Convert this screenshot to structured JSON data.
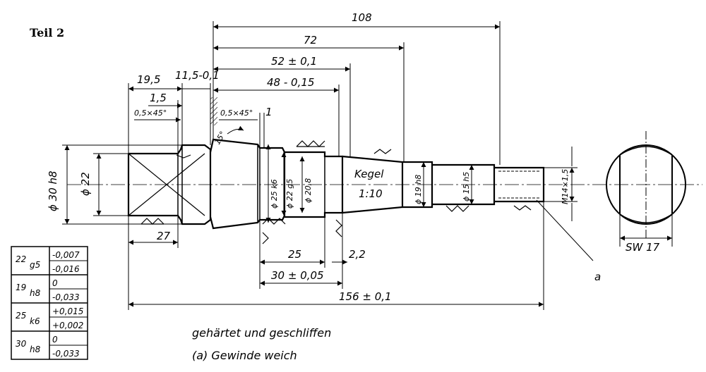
{
  "title": "Teil 2",
  "dimensions": {
    "d108": "108",
    "d72": "72",
    "d52": "52 ± 0,1",
    "d48": "48 - 0,15",
    "d19_5": "19,5",
    "d11_5": "11,5-0,1",
    "d1_5": "1,5",
    "ch1": "0,5×45°",
    "ch2": "0,5×45°",
    "d1": "1",
    "ang15": "15°",
    "d30h8": "ϕ 30 h8",
    "d22": "ϕ 22",
    "d25k6": "ϕ 25 k6",
    "d22g5": "ϕ 22 g5",
    "d20_8": "ϕ 20,8",
    "kegel": "Kegel",
    "kegel_ratio": "1:10",
    "d19h8": "ϕ 19 h8",
    "d15h5": "ϕ 15 h5",
    "m14": "M14×1,5",
    "d27": "27",
    "d25": "25",
    "d2_2": "2,2",
    "d30": "30 ± 0,05",
    "d156": "156 ± 0,1",
    "sw17": "SW 17",
    "label_a": "a"
  },
  "tolerance_table": [
    {
      "fit": "22",
      "sub": "g5",
      "upper": "-0,007",
      "lower": "-0,016"
    },
    {
      "fit": "19",
      "sub": "h8",
      "upper": "0",
      "lower": "-0,033"
    },
    {
      "fit": "25",
      "sub": "k6",
      "upper": "+0,015",
      "lower": "+0,002"
    },
    {
      "fit": "30",
      "sub": "h8",
      "upper": "0",
      "lower": "-0,033"
    }
  ],
  "notes": {
    "line1": "gehärtet und geschliffen",
    "line2": "(a) Gewinde weich"
  }
}
